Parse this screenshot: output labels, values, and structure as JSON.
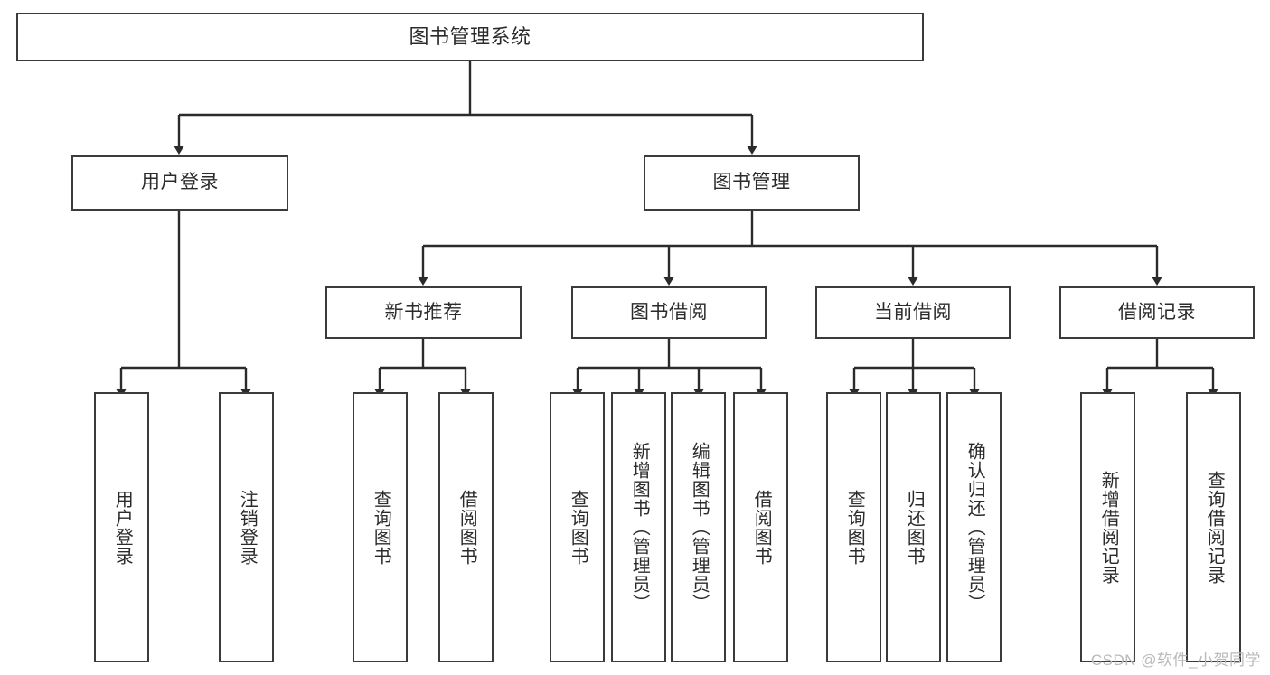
{
  "diagram": {
    "title": "图书管理系统",
    "type": "tree-hierarchy-diagram",
    "orientation": "top-down",
    "colors": {
      "background": "#ffffff",
      "node_border": "#3b3b3b",
      "node_fill": "#ffffff",
      "edge": "#2b2b2b",
      "text": "#2b2b2b",
      "watermark": "#b9b9b9"
    },
    "nodes": {
      "root": {
        "label": "图书管理系统"
      },
      "level2": [
        {
          "label": "用户登录"
        },
        {
          "label": "图书管理"
        }
      ],
      "level3": [
        {
          "label": "新书推荐"
        },
        {
          "label": "图书借阅"
        },
        {
          "label": "当前借阅"
        },
        {
          "label": "借阅记录"
        }
      ],
      "leaves": {
        "user_login": [
          {
            "label": "用户登录"
          },
          {
            "label": "注销登录"
          }
        ],
        "new_book_recommend": [
          {
            "label": "查询图书"
          },
          {
            "label": "借阅图书"
          }
        ],
        "book_borrow": [
          {
            "label": "查询图书"
          },
          {
            "label": "新增图书（管理员）"
          },
          {
            "label": "编辑图书（管理员）"
          },
          {
            "label": "借阅图书"
          }
        ],
        "current_borrow": [
          {
            "label": "查询图书"
          },
          {
            "label": "归还图书"
          },
          {
            "label": "确认归还（管理员）"
          }
        ],
        "borrow_record": [
          {
            "label": "新增借阅记录"
          },
          {
            "label": "查询借阅记录"
          }
        ]
      }
    },
    "watermark": "CSDN @软件_小贺同学"
  }
}
